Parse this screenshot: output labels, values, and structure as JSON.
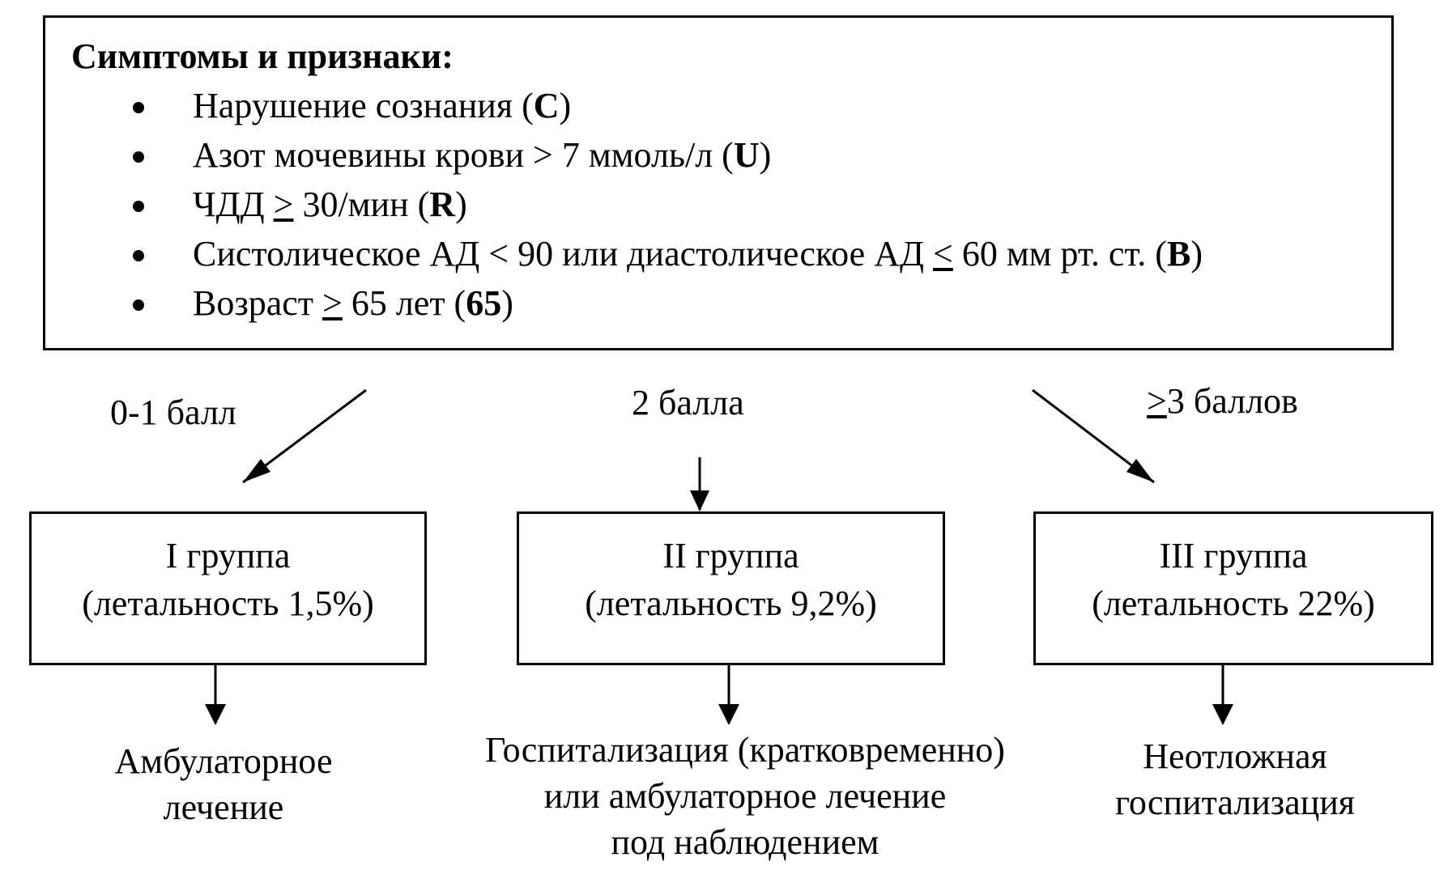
{
  "symptoms": {
    "title": "Симптомы и признаки:",
    "items": [
      {
        "before": "Нарушение сознания (",
        "symbol": "",
        "after": "",
        "code": "С",
        "close": ")"
      },
      {
        "before": "Азот мочевины крови > 7 ммоль/л (",
        "symbol": "",
        "after": "",
        "code": "U",
        "close": ")"
      },
      {
        "before": "ЧДД ",
        "symbol": ">",
        "after": " 30/мин (",
        "code": "R",
        "close": ")"
      },
      {
        "before": "Систолическое АД < 90 или диастолическое АД ",
        "symbol": "<",
        "after": " 60 мм рт. ст. (",
        "code": "B",
        "close": ")"
      },
      {
        "before": "Возраст ",
        "symbol": ">",
        "after": " 65 лет (",
        "code": "65",
        "close": ")"
      }
    ]
  },
  "branches": [
    {
      "score_symbol": "",
      "score": "0-1 балл"
    },
    {
      "score_symbol": "",
      "score": "2 балла"
    },
    {
      "score_symbol": ">",
      "score": "3 баллов"
    }
  ],
  "groups": [
    {
      "name": "I группа",
      "mortality": "(летальность 1,5%)"
    },
    {
      "name": "II группа",
      "mortality": "(летальность 9,2%)"
    },
    {
      "name": "III группа",
      "mortality": "(летальность 22%)"
    }
  ],
  "outcomes": [
    {
      "lines": [
        "Амбулаторное",
        "лечение"
      ]
    },
    {
      "lines": [
        "Госпитализация (кратковременно)",
        "или амбулаторное лечение",
        "под наблюдением"
      ]
    },
    {
      "lines": [
        "Неотложная",
        "госпитализация"
      ]
    }
  ]
}
